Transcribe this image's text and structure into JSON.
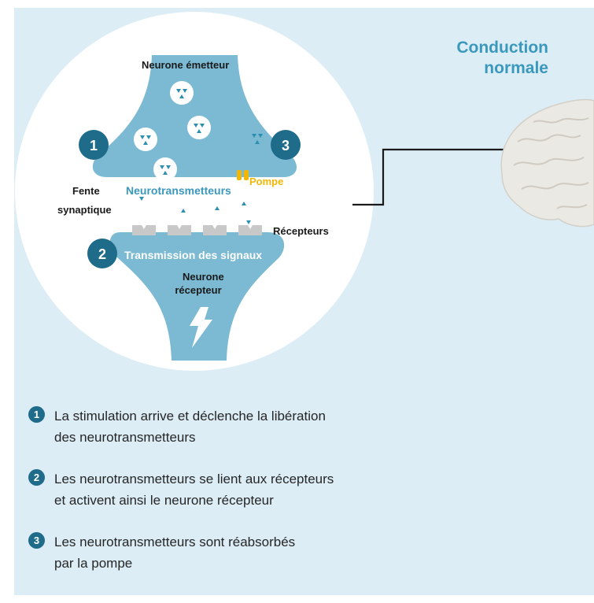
{
  "title": "Conduction normale",
  "labels": {
    "emitter": "Neurone émetteur",
    "cleft_line1": "Fente",
    "cleft_line2": "synaptique",
    "neurotransmitters": "Neurotransmetteurs",
    "pump": "Pompe",
    "receptors": "Récepteurs",
    "transmission": "Transmission des signaux",
    "receiver_line1": "Neurone",
    "receiver_line2": "récepteur"
  },
  "markers": [
    "1",
    "2",
    "3"
  ],
  "steps": [
    {
      "num": "1",
      "line1": "La stimulation arrive et déclenche la libération",
      "line2": "des neurotransmetteurs"
    },
    {
      "num": "2",
      "line1": "Les neurotransmetteurs se lient aux récepteurs",
      "line2": "et activent ainsi le neurone récepteur"
    },
    {
      "num": "3",
      "line1": "Les neurotransmetteurs sont réabsorbés",
      "line2": "par la pompe"
    }
  ],
  "colors": {
    "background": "#dcedf6",
    "neuron": "#7cbad4",
    "marker": "#1f6b8a",
    "accent_text": "#3b98bd",
    "pump": "#f2b705",
    "receptor": "#c8c8c8",
    "triangle": "#2b8fb0"
  },
  "icons": [
    "vesicle-icon",
    "lightning-icon",
    "brain-illustration"
  ]
}
